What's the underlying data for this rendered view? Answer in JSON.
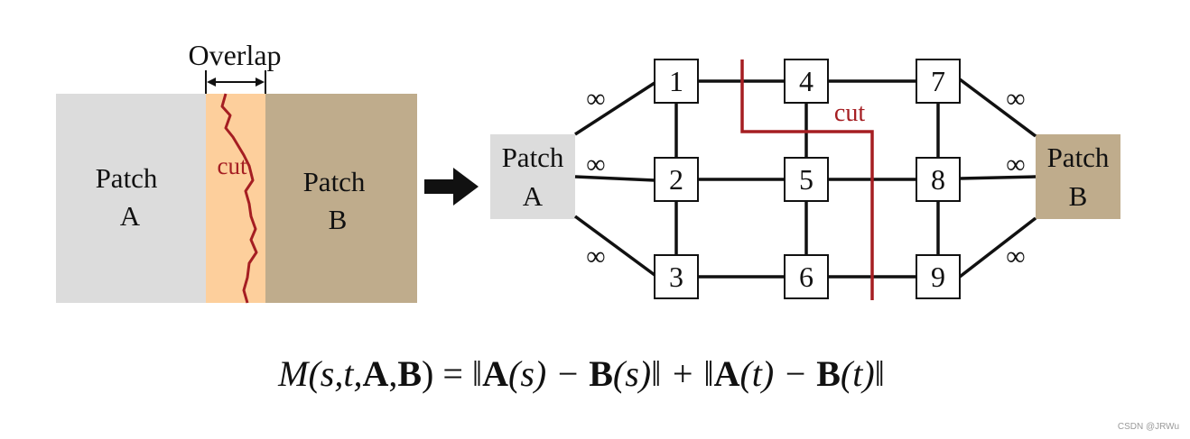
{
  "left_panel": {
    "overlap_label": "Overlap",
    "patch_a": [
      "Patch",
      "A"
    ],
    "patch_b": [
      "Patch",
      "B"
    ],
    "cut_label": "cut"
  },
  "graph": {
    "patch_a": [
      "Patch",
      "A"
    ],
    "patch_b": [
      "Patch",
      "B"
    ],
    "cut_label": "cut",
    "infinity": "∞",
    "nodes": [
      "1",
      "2",
      "3",
      "4",
      "5",
      "6",
      "7",
      "8",
      "9"
    ]
  },
  "formula": {
    "M": "M",
    "args": "(s,t,",
    "A": "A",
    "comma": ",",
    "B": "B",
    "rhs_start": ") = ‖",
    "s_arg": "(s) − ",
    "mid": "(s)‖ + ‖",
    "t_arg": "(t) − ",
    "end": "(t)‖"
  },
  "colors": {
    "patch_a_gray": "#dcdcdc",
    "overlap_orange": "#fdcf9c",
    "patch_b_tan": "#bfac8c",
    "cut_red": "#a51e22"
  },
  "watermark": "CSDN @JRWu"
}
